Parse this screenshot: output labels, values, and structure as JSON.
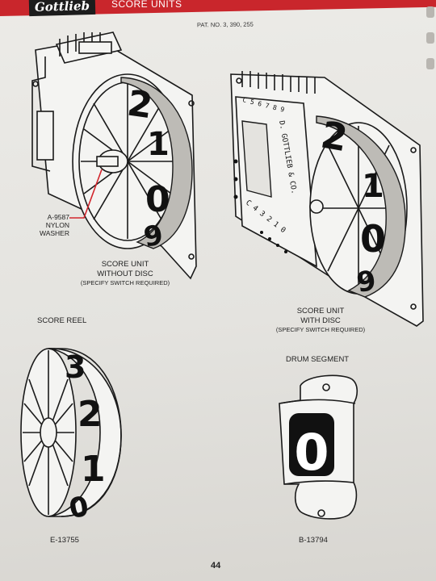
{
  "header": {
    "brand": "Gottlieb",
    "section_title": "SCORE UNITS",
    "patent": "PAT. NO. 3, 390, 255"
  },
  "figures": {
    "unit_without_disc": {
      "caption_line1": "SCORE UNIT",
      "caption_line2": "WITHOUT DISC",
      "caption_note": "(SPECIFY SWITCH REQUIRED)",
      "callout_line1": "A-9587",
      "callout_line2": "NYLON",
      "callout_line3": "WASHER",
      "reel_digits": [
        "2",
        "1",
        "0",
        "9"
      ]
    },
    "unit_with_disc": {
      "caption_line1": "SCORE UNIT",
      "caption_line2": "WITH DISC",
      "caption_note": "(SPECIFY SWITCH REQUIRED)",
      "plate_text_1": "D. GOTTLIEB & CO.",
      "plate_text_2": "C 4 3 2 1 0",
      "plate_text_3": "C 5 6 7 8 9",
      "reel_digits": [
        "2",
        "1",
        "0",
        "9"
      ]
    },
    "score_reel": {
      "heading": "SCORE REEL",
      "part_number": "E-13755",
      "reel_digits": [
        "3",
        "2",
        "1",
        "0"
      ]
    },
    "drum_segment": {
      "heading": "DRUM SEGMENT",
      "part_number": "B-13794",
      "digit": "0"
    }
  },
  "footer": {
    "page_number": "44"
  },
  "colors": {
    "header_red": "#c9262c",
    "ink": "#1a1a1a",
    "paper": "#ecebe7"
  }
}
